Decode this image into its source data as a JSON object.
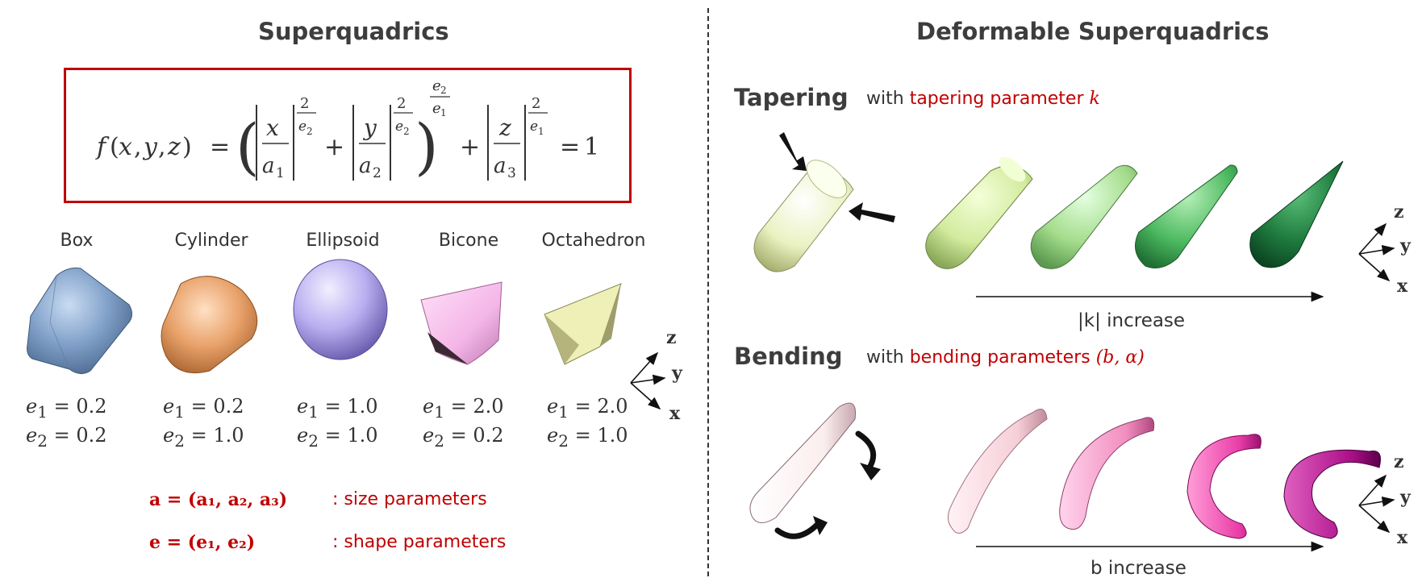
{
  "left": {
    "title": "Superquadrics",
    "shapes": [
      {
        "label": "Box",
        "e1": "0.2",
        "e2": "0.2"
      },
      {
        "label": "Cylinder",
        "e1": "0.2",
        "e2": "1.0"
      },
      {
        "label": "Ellipsoid",
        "e1": "1.0",
        "e2": "1.0"
      },
      {
        "label": "Bicone",
        "e1": "2.0",
        "e2": "0.2"
      },
      {
        "label": "Octahedron",
        "e1": "2.0",
        "e2": "1.0"
      }
    ],
    "size_params_lhs": "a = (a₁, a₂, a₃)",
    "size_params_desc": ": size parameters",
    "shape_params_lhs": "e = (e₁, e₂)",
    "shape_params_desc": ": shape parameters"
  },
  "right": {
    "title": "Deformable Superquadrics",
    "tapering": {
      "heading": "Tapering",
      "with": "with",
      "param": "tapering parameter",
      "param_symbol": "k",
      "increase": "|k| increase"
    },
    "bending": {
      "heading": "Bending",
      "with": "with",
      "param": "bending parameters",
      "param_symbol": "(b, α)",
      "increase": "b increase"
    }
  },
  "axes": {
    "z": "z",
    "y": "y",
    "x": "x"
  },
  "colors": {
    "accent_red": "#c00000",
    "box": "#7f9fc8",
    "cylinder": "#e8a068",
    "ellipsoid": "#b9aef0",
    "bicone": "#f4b6e8",
    "octahedron": "#efefb8",
    "tapering": [
      "#eaf2c2",
      "#d2eb9e",
      "#a4dc8c",
      "#4cba60",
      "#1e7a3e"
    ],
    "bending": [
      "#fbeeee",
      "#f6cfd8",
      "#f28fc0",
      "#ea3ea8",
      "#aa0f88"
    ]
  }
}
